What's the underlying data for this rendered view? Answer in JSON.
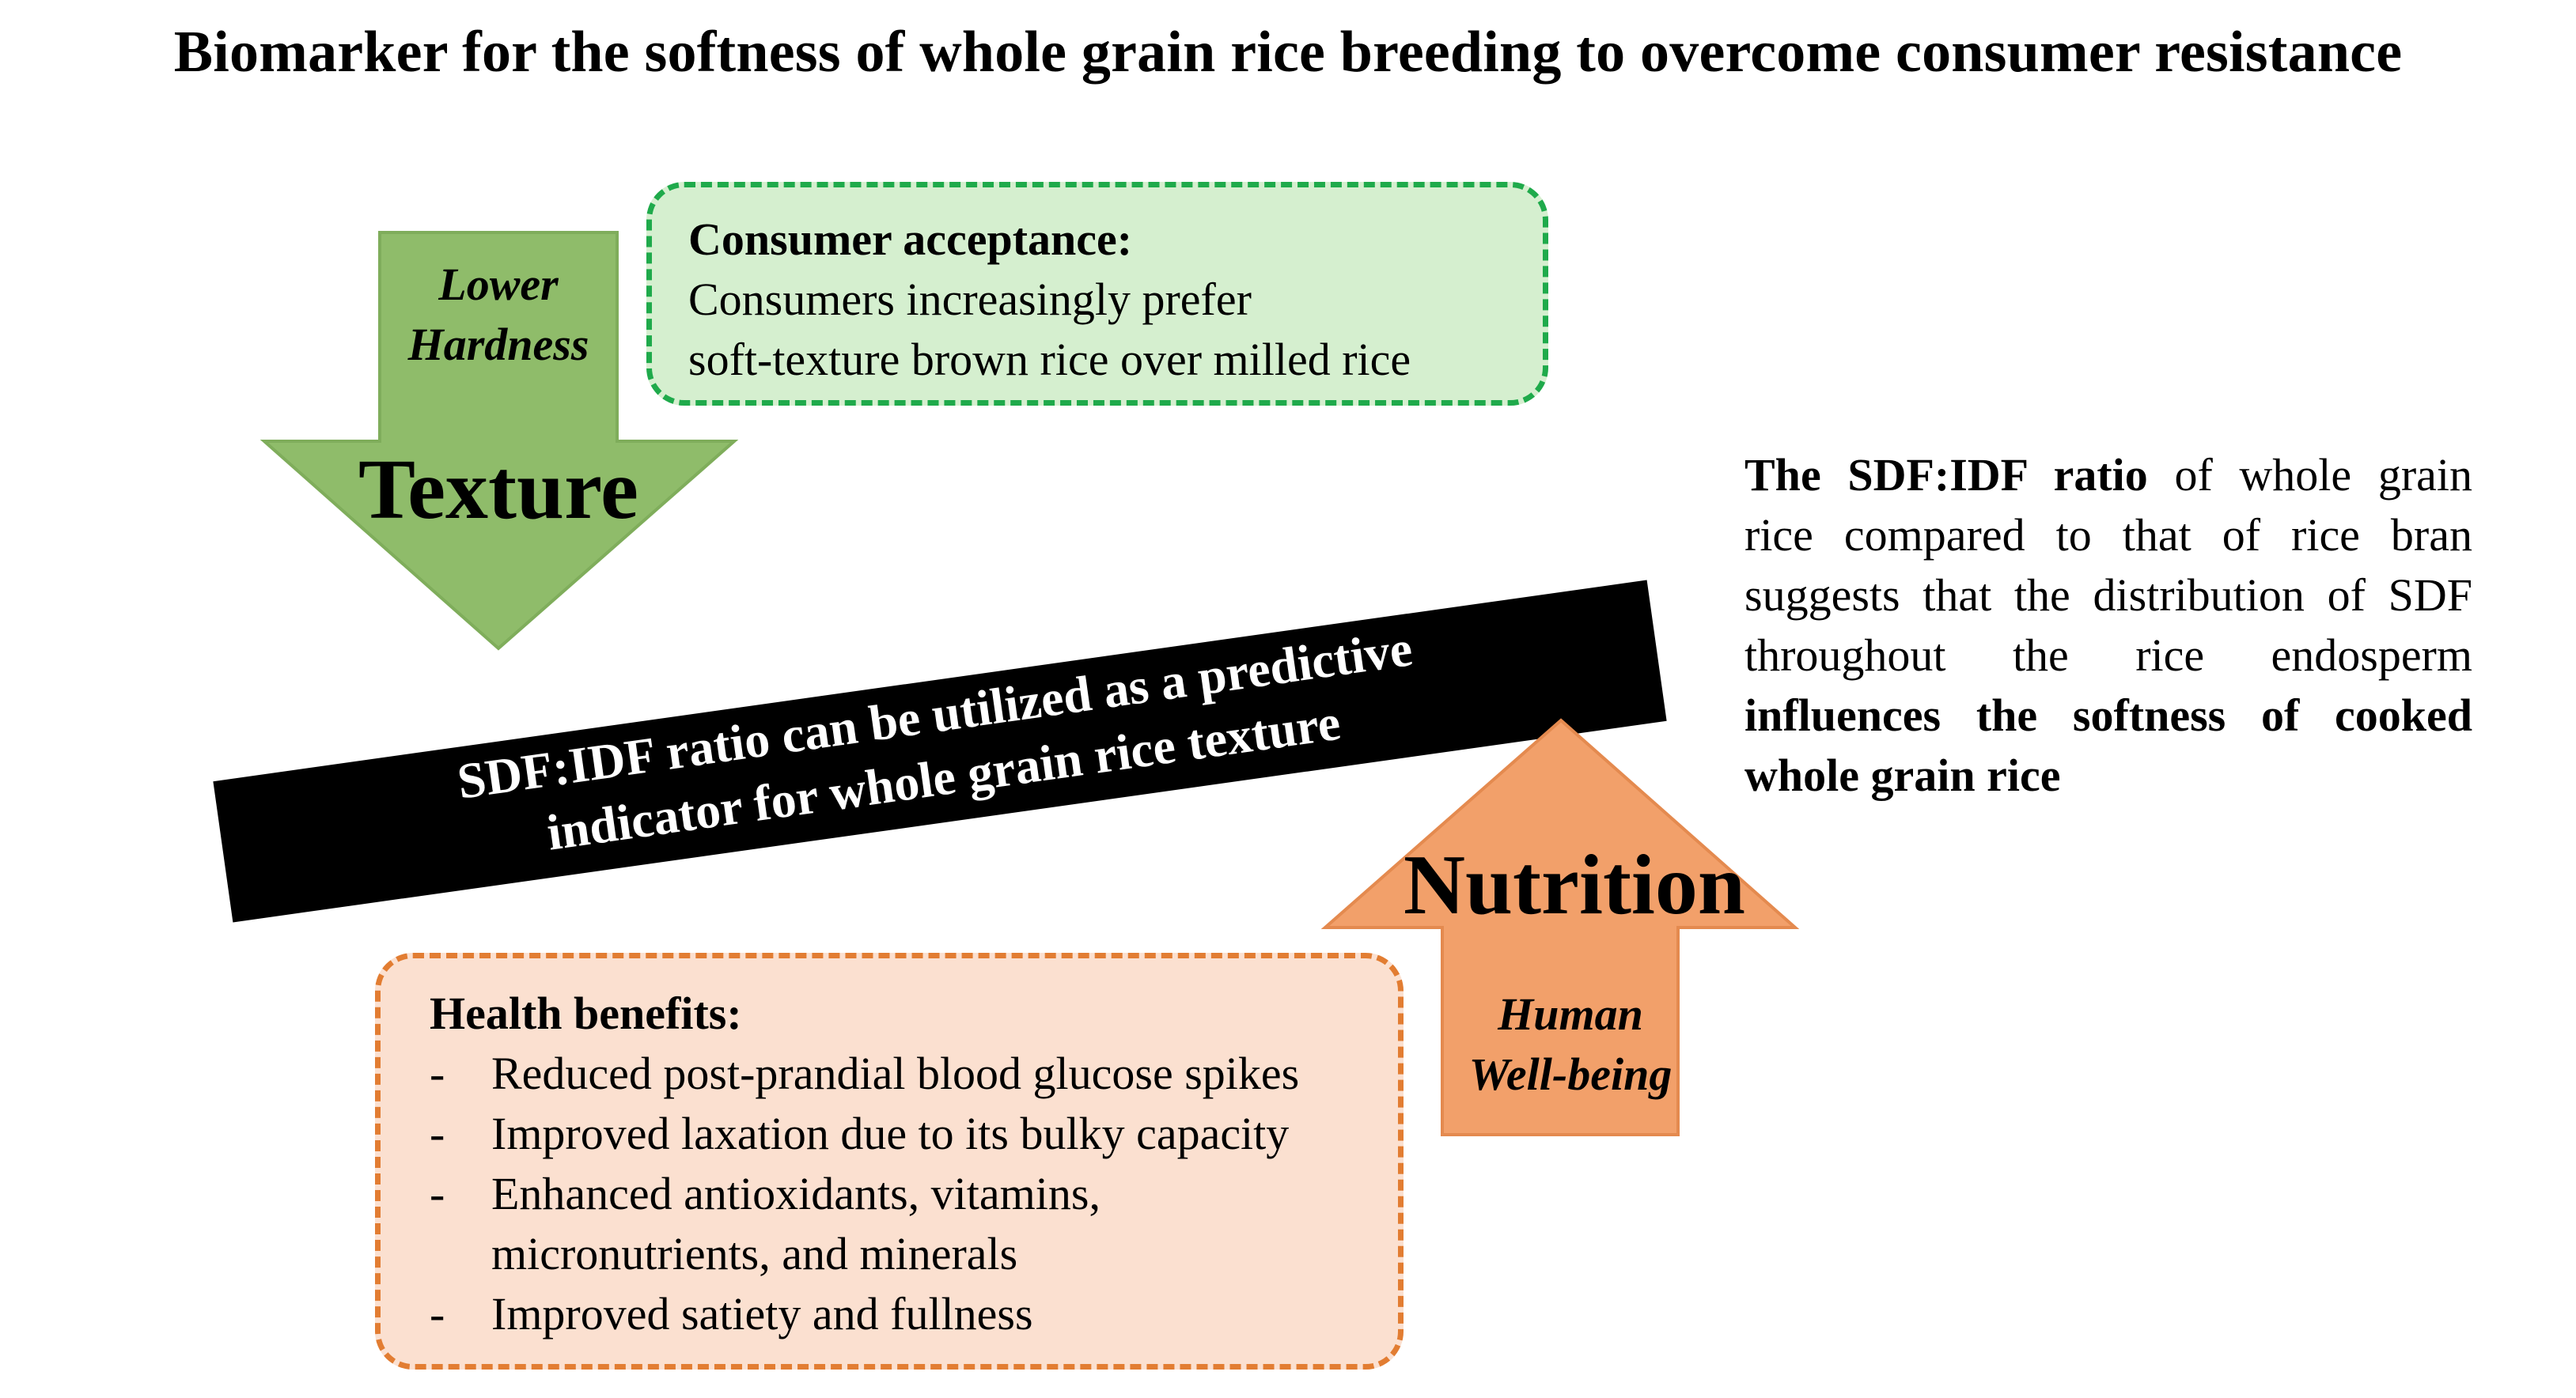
{
  "title": "Biomarker for the softness of whole grain rice breeding to overcome consumer resistance",
  "colors": {
    "green_arrow": "#8fbc6a",
    "green_box_fill": "#d5efcf",
    "green_box_border": "#1faa4b",
    "orange_arrow": "#f2a06a",
    "orange_box_fill": "#fbe0d0",
    "orange_box_border": "#e27d32",
    "banner": "#000000"
  },
  "texture_arrow": {
    "direction": "down",
    "label": "Lower\nHardness",
    "title": "Texture"
  },
  "nutrition_arrow": {
    "direction": "up",
    "label": "Human\nWell-being",
    "title": "Nutrition"
  },
  "consumer_box": {
    "heading": "Consumer acceptance:",
    "lines": [
      "Consumers increasingly prefer",
      "soft-texture brown rice over milled rice"
    ]
  },
  "banner": {
    "text": "SDF:IDF ratio can be utilized as a predictive\nindicator for whole grain rice texture"
  },
  "summary": {
    "bold_start": "The SDF:IDF ratio",
    "middle": " of whole grain rice compared to that of rice bran suggests that the distribution of SDF throughout the rice endosperm ",
    "bold_end": "influences the softness of cooked whole grain rice"
  },
  "health_box": {
    "heading": "Health benefits:",
    "bullet_marker": "-",
    "items": [
      "Reduced post-prandial blood glucose spikes",
      "Improved laxation due to its bulky capacity",
      "Enhanced antioxidants, vitamins,\nmicronutrients, and minerals",
      "Improved satiety and fullness"
    ]
  }
}
